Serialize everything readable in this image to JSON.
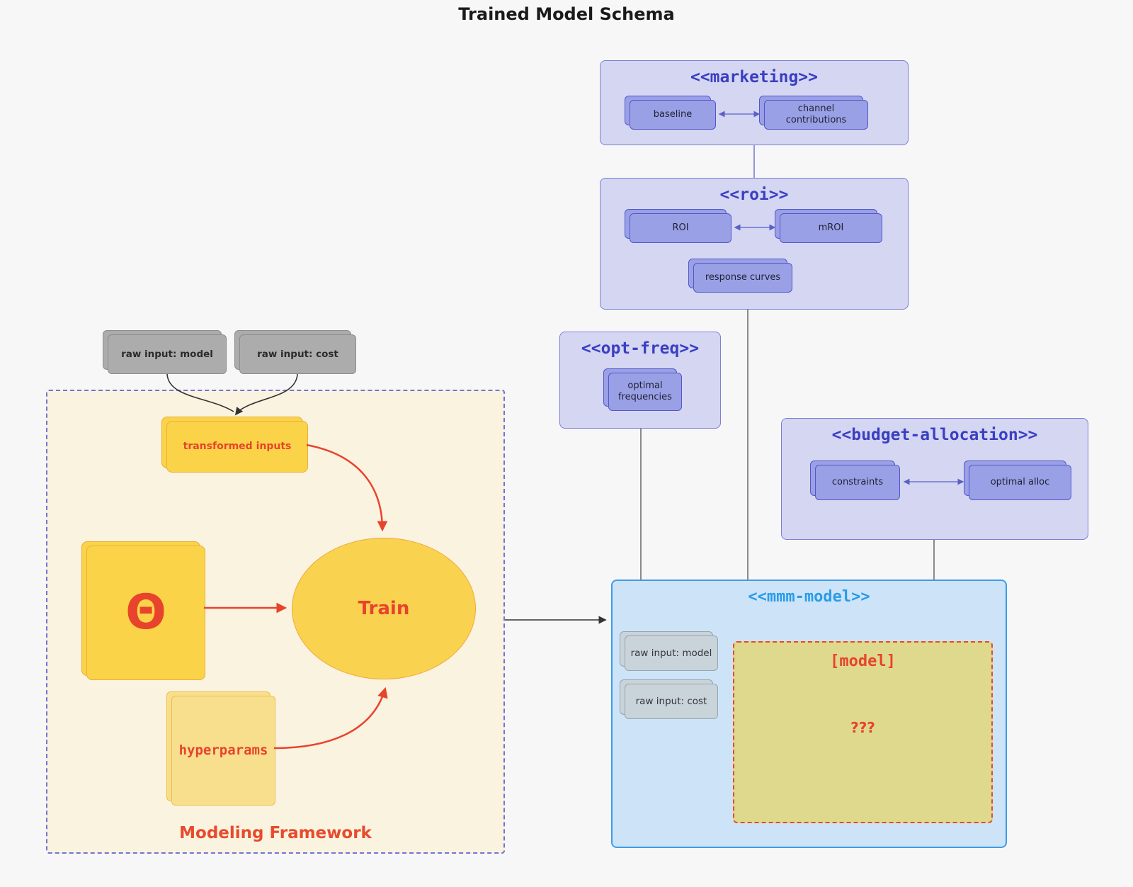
{
  "title": "Trained Model Schema",
  "colors": {
    "purple_fill": "#D4D6F2",
    "purple_border": "#7C7FD4",
    "purple_title": "#3A3FC1",
    "purple_card": "#9AA0E5",
    "blue_fill": "#CDE4F8",
    "blue_border": "#3E9CE9",
    "blue_title": "#2B9BE8",
    "red_accent": "#E8432D",
    "yellow_node": "#FBD348",
    "cream_frame": "#FAF3DF",
    "gray_card": "#ACACAC",
    "khaki_model": "#DFD98E"
  },
  "subgraphs": {
    "marketing": {
      "title": "<<marketing>>",
      "cards": [
        "baseline",
        "channel contributions"
      ]
    },
    "roi": {
      "title": "<<roi>>",
      "cards": [
        "ROI",
        "mROI",
        "response curves"
      ]
    },
    "opt_freq": {
      "title": "<<opt-freq>>",
      "cards": [
        "optimal frequencies"
      ]
    },
    "budget": {
      "title": "<<budget-allocation>>",
      "cards": [
        "constraints",
        "optimal alloc"
      ]
    },
    "mmm": {
      "title": "<<mmm-model>>",
      "cards": [
        "raw input: model",
        "raw input: cost"
      ],
      "model_box": {
        "label": "[model]",
        "placeholder": "???"
      }
    }
  },
  "framework": {
    "label": "Modeling Framework",
    "raw_inputs": [
      "raw input: model",
      "raw input: cost"
    ],
    "nodes": {
      "transformed_inputs": "transformed inputs",
      "theta": "Θ",
      "train": "Train",
      "hyperparams": "hyperparams"
    }
  }
}
